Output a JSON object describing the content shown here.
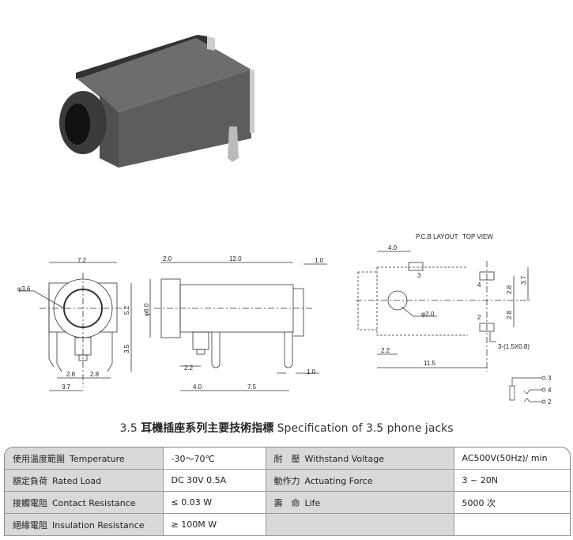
{
  "drawings": {
    "front": {
      "width": "7.2",
      "bore": "φ3.6",
      "height": "5.2",
      "pin_height": "3.5",
      "pin_pitch_left": "2.8",
      "pin_pitch_right": "2.8",
      "offset": "3.7"
    },
    "side": {
      "flange": "2.0",
      "body": "12.0",
      "tab": "1.0",
      "diameter": "φ6.0",
      "pin1": "2.2",
      "pin2": "4.0",
      "pin3": "7.5",
      "pin_end": "1.0"
    },
    "pcb": {
      "title": "P.C.B LAYOUT",
      "view": "TOP VIEW",
      "pad_offset": "4.0",
      "hole": "φ2.0",
      "pitch1": "2.8",
      "pitch2": "2.8",
      "span": "3.7",
      "pads": "3-(1.5X0.8)",
      "hole_offset": "2.2",
      "length": "11.5",
      "pad3": "3",
      "pad4": "4",
      "pad2": "2"
    },
    "schematic": {
      "pin3": "3",
      "pin4": "4",
      "pin2": "2"
    }
  },
  "title": {
    "prefix": "3.5",
    "chinese": "耳機插座系列主要技術指標",
    "english": "Specification of 3.5 phone jacks"
  },
  "spec_rows": [
    [
      {
        "zh": "使用温度範圍",
        "en": "Temperature"
      },
      "-30～70℃",
      {
        "zh": "耐　壓",
        "en": "Withstand Voltage"
      },
      "AC500V(50Hz)/ min"
    ],
    [
      {
        "zh": "額定負荷",
        "en": "Rated Load"
      },
      "DC  30V  0.5A",
      {
        "zh": "動作力",
        "en": "Actuating Force"
      },
      "3 ~ 20N"
    ],
    [
      {
        "zh": "接觸電阻",
        "en": "Contact Resistance"
      },
      "≤ 0.03 W",
      {
        "zh": "壽　命",
        "en": "Life"
      },
      "5000 次"
    ],
    [
      {
        "zh": "絕緣電阻",
        "en": "Insulation Resistance"
      },
      "≥ 100M W",
      {
        "zh": "",
        "en": ""
      },
      ""
    ]
  ]
}
